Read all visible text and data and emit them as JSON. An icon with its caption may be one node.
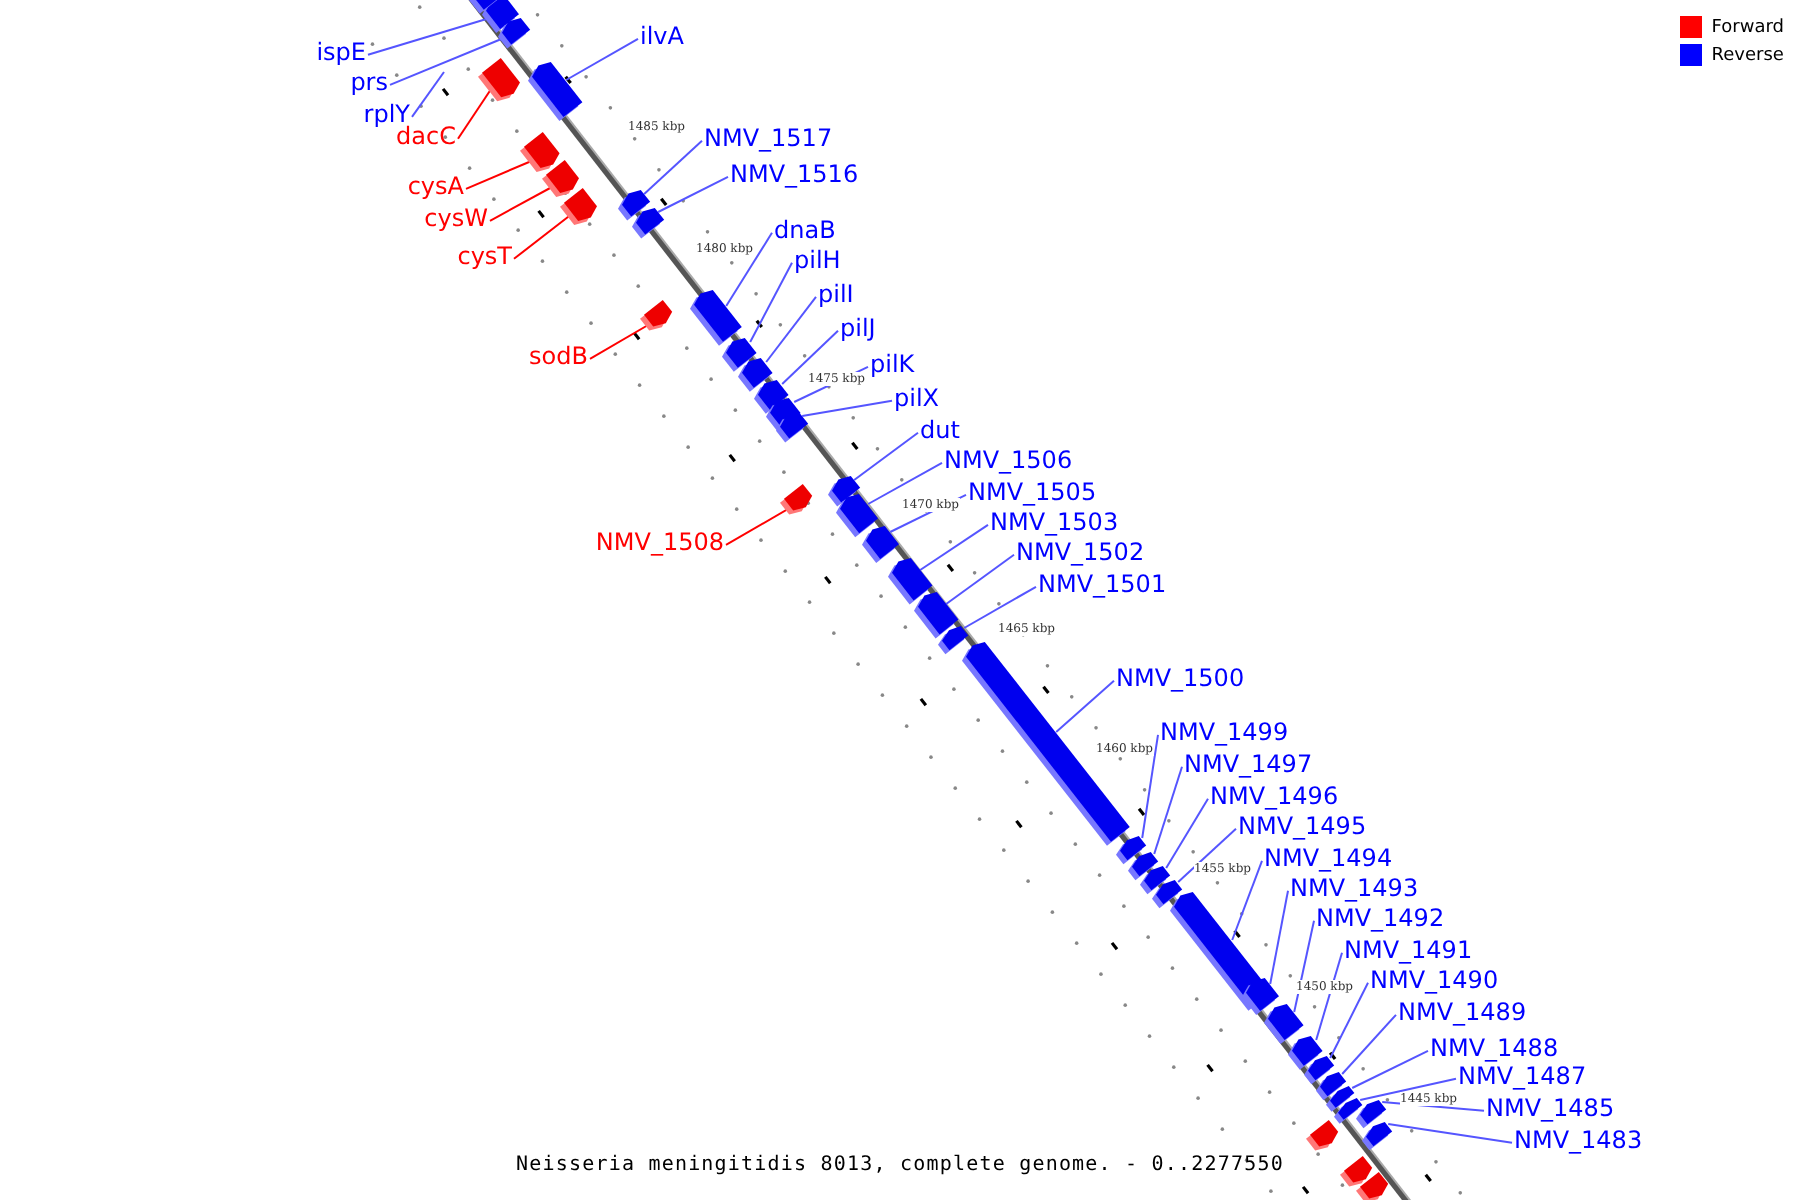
{
  "diagram": {
    "caption": "Neisseria meningitidis 8013, complete genome. - 0..2277550",
    "nodes": [
      {
        "text": [
          "ispE"
        ]
      },
      {
        "text": [],
        "shape": "bar"
      },
      {
        "text": [
          "prs"
        ]
      },
      {
        "text": [],
        "shape": "bar"
      },
      {
        "text": [
          "rplY"
        ]
      },
      {
        "text": [
          "ilvA"
        ]
      },
      {
        "text": [],
        "shape": "bar"
      },
      {
        "text": [
          "dacC"
        ]
      },
      {
        "text": [],
        "shape": "bar"
      },
      {
        "text": [
          "NMV_1517"
        ]
      },
      {
        "text": [],
        "shape": "bar"
      },
      {
        "text": [
          "NMV_1516"
        ]
      },
      {
        "text": [],
        "shape": "bar"
      },
      {
        "text": [
          "cysA"
        ]
      },
      {
        "text": [],
        "shape": "bar"
      },
      {
        "text": [
          "cysW"
        ]
      },
      {
        "text": [],
        "shape": "bar"
      },
      {
        "text": [
          "cysT"
        ]
      },
      {
        "text": [],
        "shape": "bar"
      },
      {
        "text": [
          "dnaB"
        ]
      },
      {
        "text": [],
        "shape": "bar"
      },
      {
        "text": [
          "pilH"
        ]
      },
      {
        "text": [],
        "shape": "bar"
      },
      {
        "text": [
          "pilI"
        ]
      },
      {
        "text": [],
        "shape": "bar"
      },
      {
        "text": [
          "pilJ"
        ]
      },
      {
        "text": [],
        "shape": "bar"
      },
      {
        "text": [
          "sodB"
        ]
      },
      {
        "text": [],
        "shape": "bar"
      },
      {
        "text": [
          "pilK"
        ]
      },
      {
        "text": [],
        "shape": "bar"
      },
      {
        "text": [
          "pilX"
        ]
      },
      {
        "text": [],
        "shape": "bar"
      },
      {
        "text": [
          "dut"
        ]
      },
      {
        "text": [],
        "shape": "bar"
      },
      {
        "text": [
          "NMV_1506"
        ]
      },
      {
        "text": [],
        "shape": "bar"
      },
      {
        "text": [
          "NMV_1505"
        ]
      },
      {
        "text": [],
        "shape": "bar"
      },
      {
        "text": [
          "NMV_1503"
        ]
      },
      {
        "text": [],
        "shape": "bar"
      },
      {
        "text": [
          "NMV_1508"
        ]
      },
      {
        "text": [],
        "shape": "bar"
      },
      {
        "text": [
          "NMV_1502"
        ]
      },
      {
        "text": [],
        "shape": "bar"
      },
      {
        "text": [
          "NMV_1501"
        ]
      },
      {
        "text": [],
        "shape": "bar"
      },
      {
        "text": [
          "NMV_1500"
        ]
      },
      {
        "text": [],
        "shape": "bar"
      },
      {
        "text": [
          "NMV_1499"
        ]
      },
      {
        "text": [],
        "shape": "bar"
      },
      {
        "text": [
          "NMV_1497"
        ]
      },
      {
        "text": [],
        "shape": "bar"
      },
      {
        "text": [
          "NMV_1496"
        ]
      },
      {
        "text": [],
        "shape": "bar"
      },
      {
        "text": [
          "NMV_1495"
        ]
      },
      {
        "text": [],
        "shape": "bar"
      },
      {
        "text": [
          "NMV_1494"
        ]
      },
      {
        "text": [],
        "shape": "bar"
      },
      {
        "text": [
          "NMV_1493"
        ]
      },
      {
        "text": [],
        "shape": "bar"
      },
      {
        "text": [
          "NMV_1492"
        ]
      },
      {
        "text": [],
        "shape": "bar"
      },
      {
        "text": [
          "NMV_1491"
        ]
      },
      {
        "text": [],
        "shape": "bar"
      },
      {
        "text": [
          "NMV_1490"
        ]
      },
      {
        "text": [],
        "shape": "bar"
      },
      {
        "text": [
          "NMV_1489"
        ]
      },
      {
        "text": [],
        "shape": "bar"
      },
      {
        "text": [
          "NMV_1488"
        ]
      },
      {
        "text": [],
        "shape": "bar"
      },
      {
        "text": [
          "NMV_1487"
        ]
      },
      {
        "text": [],
        "shape": "bar"
      },
      {
        "text": [
          "NMV_1485"
        ]
      },
      {
        "text": [],
        "shape": "bar"
      },
      {
        "text": [
          "NMV_1483"
        ]
      },
      {
        "text": [],
        "shape": "bar"
      },
      {
        "text": [],
        "shape": "bar"
      },
      {
        "text": [],
        "shape": "bar"
      },
      {
        "text": [],
        "shape": "bar"
      },
      {
        "text": [],
        "shape": "bar"
      }
    ],
    "edges": [
      {
        "from": 0,
        "to": 1,
        "arrow": "none"
      },
      {
        "from": 2,
        "to": 3,
        "arrow": "none"
      },
      {
        "from": 4,
        "to": null,
        "arrow": "none"
      },
      {
        "from": 5,
        "to": 6,
        "arrow": "none"
      },
      {
        "from": 7,
        "to": 8,
        "arrow": "none",
        "color": "#ff0000"
      },
      {
        "from": 9,
        "to": 10,
        "arrow": "none"
      },
      {
        "from": 11,
        "to": 12,
        "arrow": "none"
      },
      {
        "from": 13,
        "to": 14,
        "arrow": "none",
        "color": "#ff0000"
      },
      {
        "from": 15,
        "to": 16,
        "arrow": "none",
        "color": "#ff0000"
      },
      {
        "from": 17,
        "to": 18,
        "arrow": "none",
        "color": "#ff0000"
      },
      {
        "from": 19,
        "to": 20,
        "arrow": "none"
      },
      {
        "from": 21,
        "to": 22,
        "arrow": "none"
      },
      {
        "from": 23,
        "to": 24,
        "arrow": "none"
      },
      {
        "from": 25,
        "to": 26,
        "arrow": "none"
      },
      {
        "from": 27,
        "to": 28,
        "arrow": "none",
        "color": "#ff0000"
      },
      {
        "from": 29,
        "to": 30,
        "arrow": "none"
      },
      {
        "from": 31,
        "to": 32,
        "arrow": "none"
      },
      {
        "from": 33,
        "to": 34,
        "arrow": "none"
      },
      {
        "from": 35,
        "to": 36,
        "arrow": "none"
      },
      {
        "from": 37,
        "to": 38,
        "arrow": "none"
      },
      {
        "from": 39,
        "to": 40,
        "arrow": "none"
      },
      {
        "from": 41,
        "to": 42,
        "arrow": "none",
        "color": "#ff0000"
      },
      {
        "from": 43,
        "to": 44,
        "arrow": "none"
      },
      {
        "from": 45,
        "to": 46,
        "arrow": "none"
      },
      {
        "from": 47,
        "to": 48,
        "arrow": "none"
      },
      {
        "from": 49,
        "to": 50,
        "arrow": "none"
      },
      {
        "from": 51,
        "to": 52,
        "arrow": "none"
      },
      {
        "from": 53,
        "to": 54,
        "arrow": "none"
      },
      {
        "from": 55,
        "to": 56,
        "arrow": "none"
      },
      {
        "from": 57,
        "to": 58,
        "arrow": "none"
      },
      {
        "from": 59,
        "to": 60,
        "arrow": "none"
      },
      {
        "from": 61,
        "to": 62,
        "arrow": "none"
      },
      {
        "from": 63,
        "to": 64,
        "arrow": "none"
      },
      {
        "from": 65,
        "to": 66,
        "arrow": "none"
      },
      {
        "from": 67,
        "to": 68,
        "arrow": "none"
      },
      {
        "from": 69,
        "to": 70,
        "arrow": "none"
      },
      {
        "from": 71,
        "to": 72,
        "arrow": "none"
      },
      {
        "from": 73,
        "to": 74,
        "arrow": "none"
      },
      {
        "from": 75,
        "to": 76,
        "arrow": "none"
      }
    ],
    "labels": [
      "1485 kbp",
      "1480 kbp",
      "1475 kbp",
      "1470 kbp",
      "1465 kbp",
      "1460 kbp",
      "1455 kbp",
      "1450 kbp",
      "1445 kbp"
    ],
    "legend": [
      {
        "text": "Forward",
        "color": "#ff0000"
      },
      {
        "text": "Reverse",
        "color": "#0000ff"
      }
    ]
  }
}
